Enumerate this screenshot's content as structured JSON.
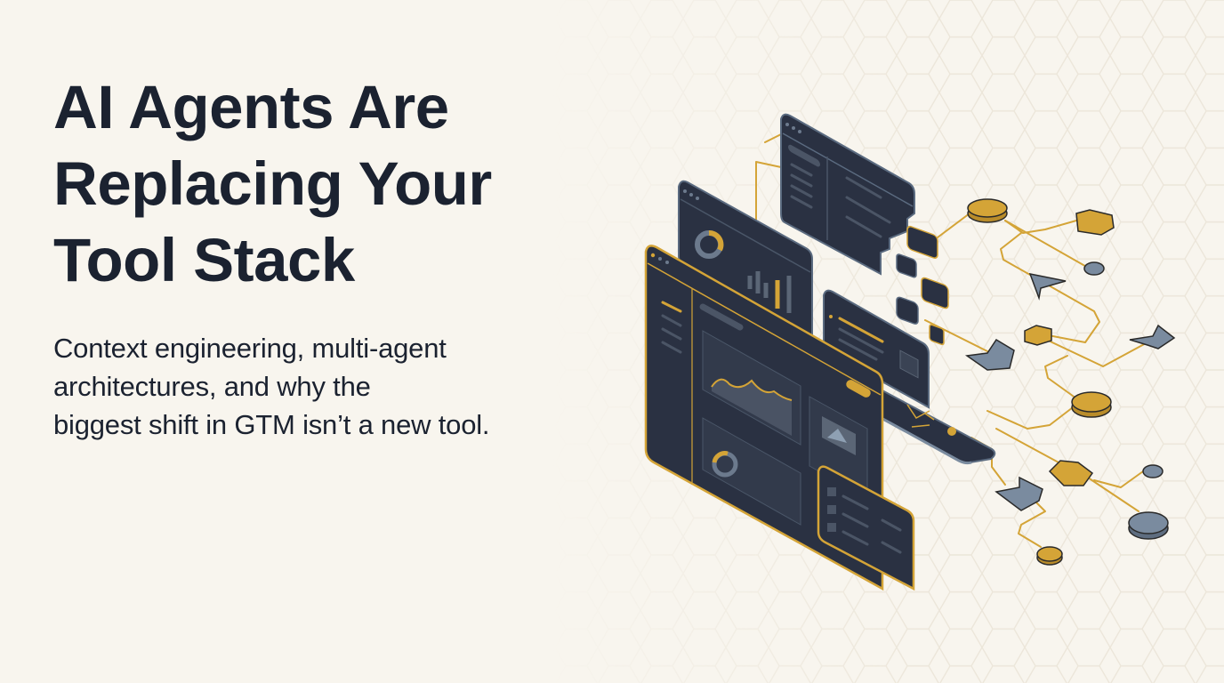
{
  "hero": {
    "title_lines": [
      "AI Agents Are",
      "Replacing Your",
      "Tool Stack"
    ],
    "subtitle_lines": [
      "Context engineering, multi-agent",
      "architectures, and why the",
      "biggest shift in GTM isn’t a new tool."
    ]
  },
  "illustration": {
    "description": "Isometric dashboard panels dissolving into a network of agent nodes",
    "panels": [
      "list-panel",
      "chart-panel",
      "main-dashboard-panel",
      "profile-panel",
      "detail-card"
    ],
    "nodes": [
      "gold-coin",
      "gold-hexagon",
      "gray-dot",
      "gray-arrow",
      "gold-hexagon-small",
      "gray-chevron",
      "gray-bowtie",
      "gold-coin",
      "gold-hexagon",
      "gray-dot",
      "gray-chevron",
      "gray-coin",
      "gold-coin-small"
    ]
  },
  "colors": {
    "background": "#f8f5ee",
    "text": "#1b2230",
    "panel": "#2a3142",
    "panel_edge": "#5b6b80",
    "accent_gold": "#d4a437",
    "node_gray": "#7a8b9f"
  }
}
